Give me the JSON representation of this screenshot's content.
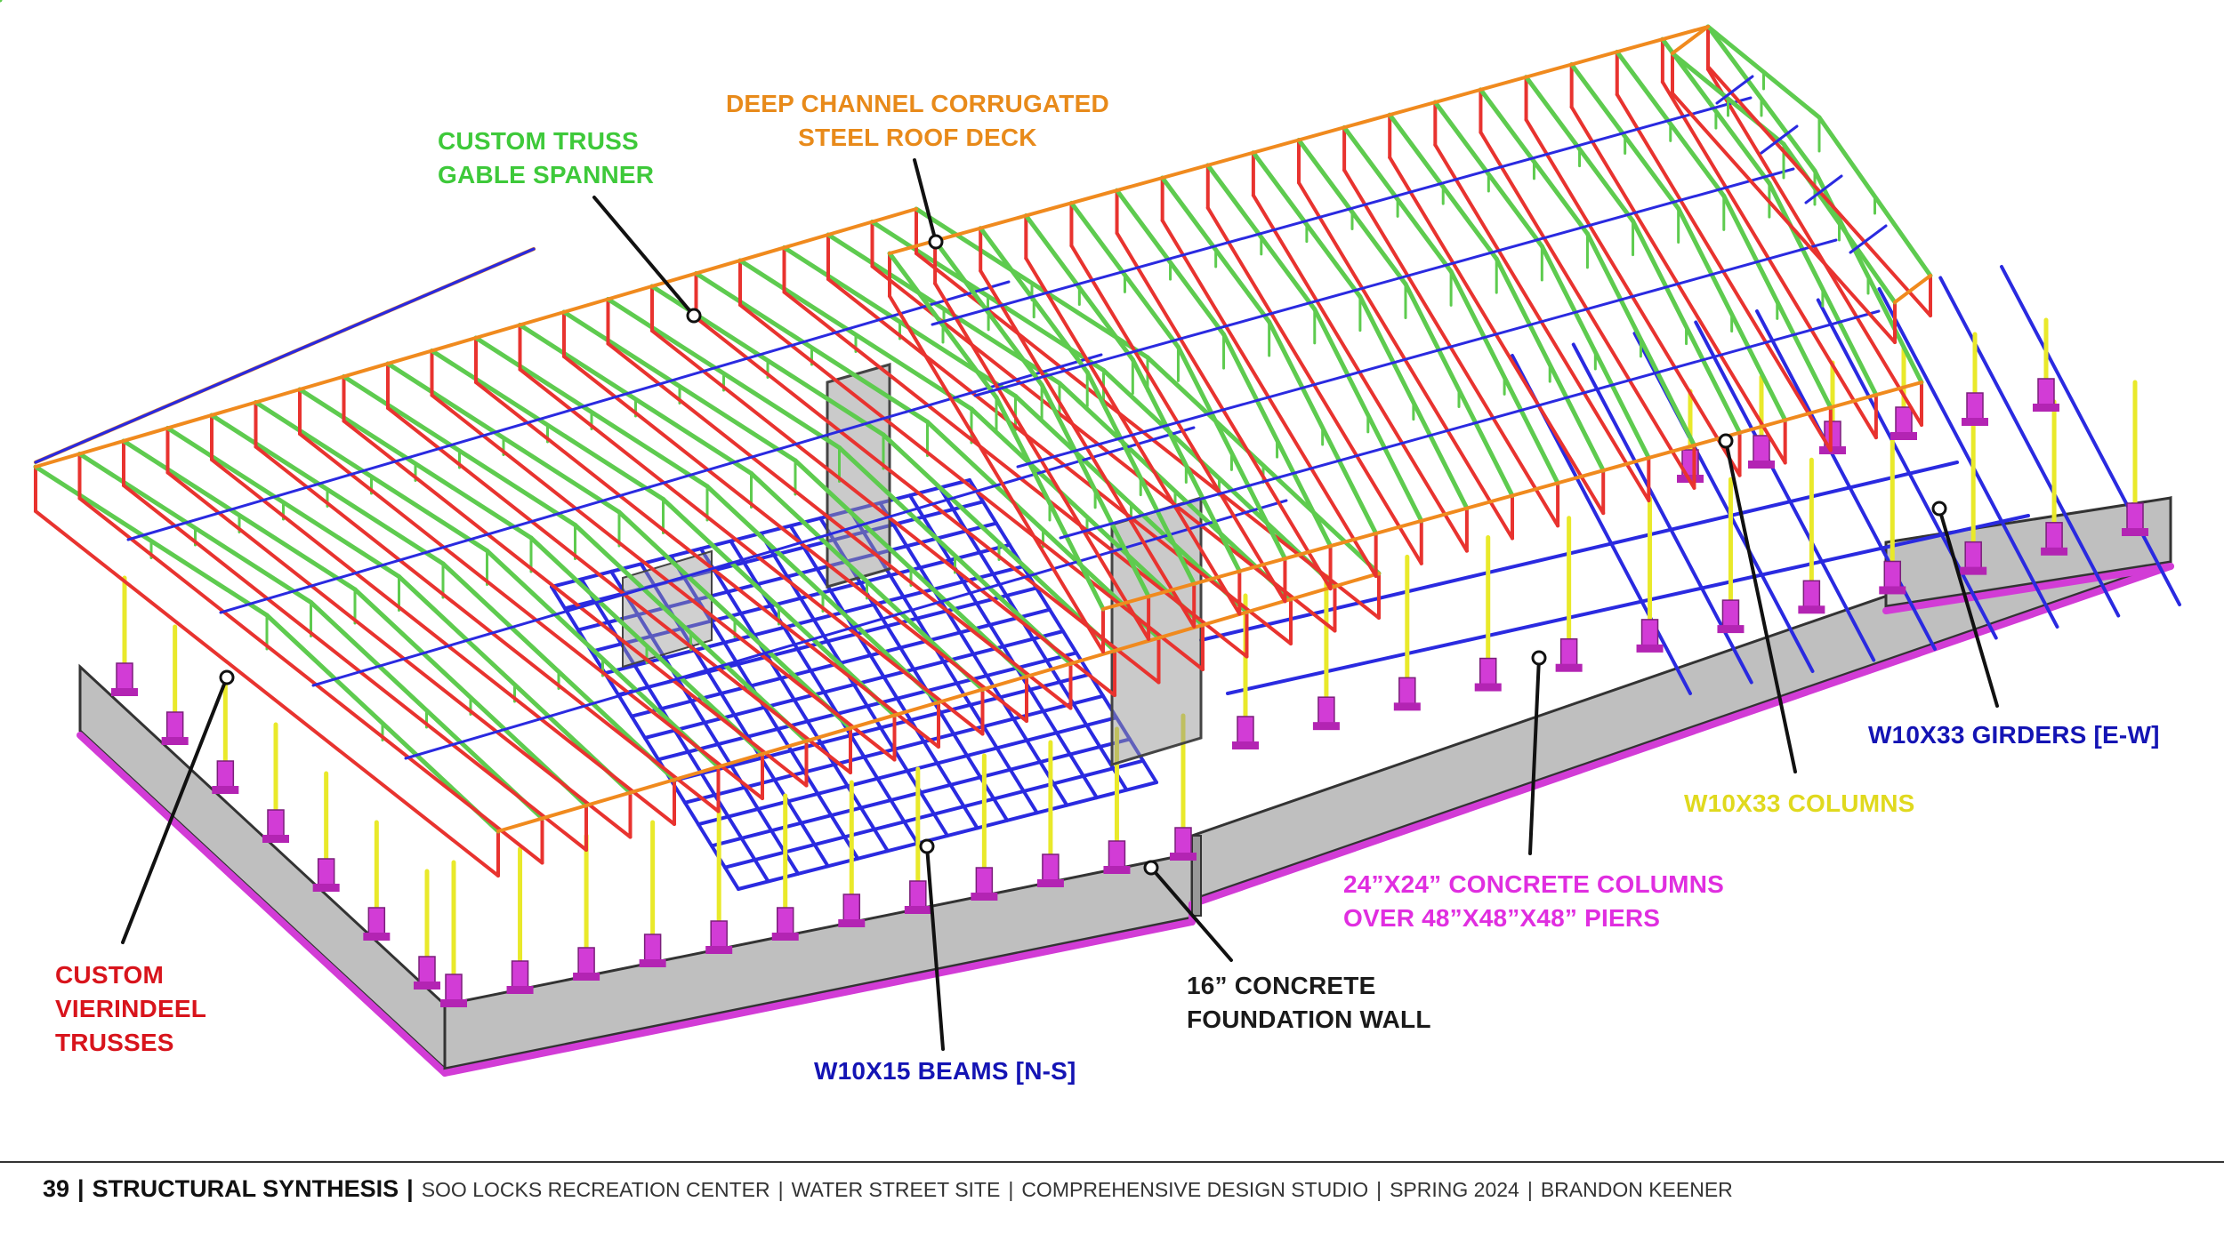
{
  "colors": {
    "vierendeel_truss": "#e8332f",
    "gable_truss": "#5ecb4f",
    "roof_deck": "#f08a1e",
    "beams": "#2a2ae0",
    "steel_columns": "#e9e92a",
    "concrete_columns": "#d23cd6",
    "foundation_wall": "#bfbfbf",
    "label_green": "#3ec93a",
    "label_orange": "#e88a1a",
    "label_red": "#d8141c",
    "label_blue": "#1414b4",
    "label_yellow": "#e0d91e",
    "label_magenta": "#e02ee0",
    "label_black": "#1a1a1a"
  },
  "callouts": {
    "truss_gable": [
      "CUSTOM TRUSS",
      "GABLE SPANNER"
    ],
    "roof_deck": [
      "DEEP CHANNEL CORRUGATED",
      "STEEL ROOF DECK"
    ],
    "vierendeel": [
      "CUSTOM",
      "VIERINDEEL",
      "TRUSSES"
    ],
    "beams": [
      "W10x15 BEAMS [N-S]"
    ],
    "foundation": [
      "16” CONCRETE",
      "FOUNDATION WALL"
    ],
    "concrete_columns": [
      "24”x24” CONCRETE COLUMNS",
      "OVER 48”x48”x48” PIERS"
    ],
    "steel_columns": [
      "W10x33 COLUMNS"
    ],
    "girders": [
      "W10x33 GIRDERS [E-W]"
    ]
  },
  "footer": {
    "page_number": "39",
    "section": "STRUCTURAL SYNTHESIS",
    "project": "SOO LOCKS RECREATION CENTER",
    "site": "WATER STREET SITE",
    "course": "COMPREHENSIVE DESIGN STUDIO",
    "term": "SPRING 2024",
    "author": "BRANDON KEENER"
  }
}
